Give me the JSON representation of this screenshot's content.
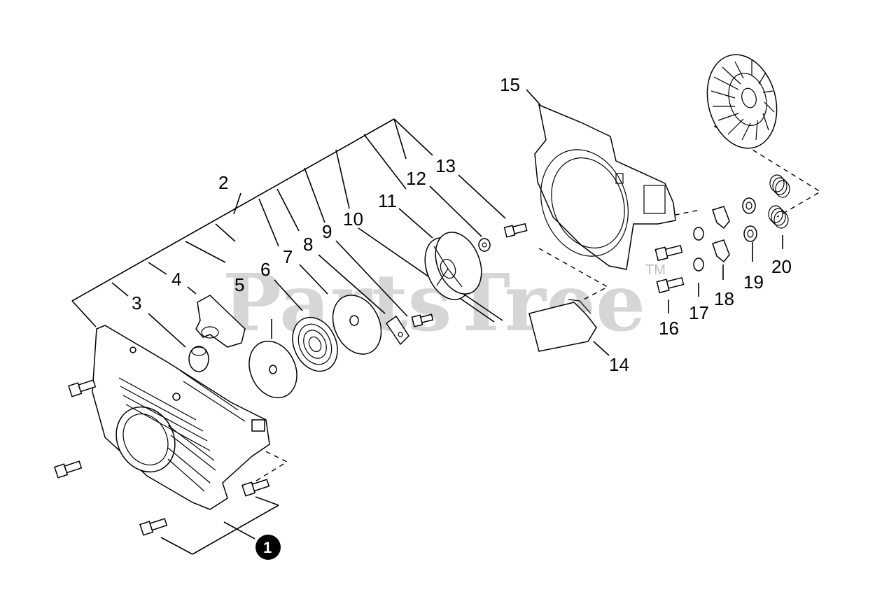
{
  "watermark": {
    "text": "PartsTree",
    "trademark": "TM"
  },
  "callouts": {
    "c1": "1",
    "c2": "2",
    "c3": "3",
    "c4": "4",
    "c5": "5",
    "c6": "6",
    "c7": "7",
    "c8": "8",
    "c9": "9",
    "c10": "10",
    "c11": "11",
    "c12": "12",
    "c13": "13",
    "c14": "14",
    "c15": "15",
    "c16": "16",
    "c17": "17",
    "c18": "18",
    "c19": "19",
    "c20": "20"
  },
  "colors": {
    "line": "#000000",
    "watermark": "#cfcfcf",
    "badge": "#000000"
  }
}
